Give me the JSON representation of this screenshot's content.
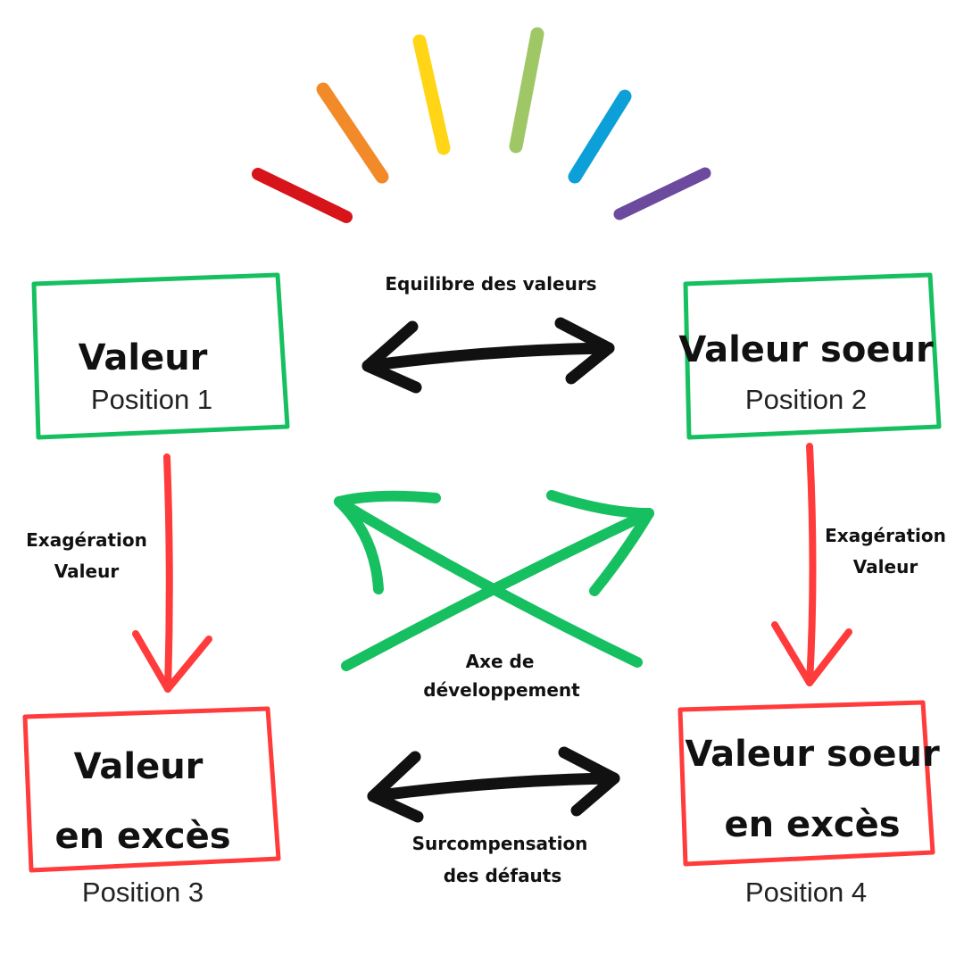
{
  "colors": {
    "balance_green": "#16c060",
    "excess_red": "#ff3b3b",
    "ink": "#111111",
    "rays": [
      "#d7141a",
      "#f28a2a",
      "#ffd515",
      "#9fc766",
      "#0d9fd8",
      "#6c4a9e"
    ]
  },
  "boxes": {
    "box1": {
      "title": "Valeur",
      "position": "Position 1"
    },
    "box2": {
      "title": "Valeur soeur",
      "position": "Position 2"
    },
    "box3": {
      "line1": "Valeur",
      "line2": "en excès",
      "position": "Position 3"
    },
    "box4": {
      "line1": "Valeur soeur",
      "line2": "en excès",
      "position": "Position 4"
    }
  },
  "labels": {
    "top_arrow": "Equilibre des valeurs",
    "left_arrow_line1": "Exagération",
    "left_arrow_line2": "Valeur",
    "right_arrow_line1": "Exagération",
    "right_arrow_line2": "Valeur",
    "center_line1": "Axe de",
    "center_line2": "développement",
    "bottom_arrow_line1": "Surcompensation",
    "bottom_arrow_line2": "des défauts"
  }
}
